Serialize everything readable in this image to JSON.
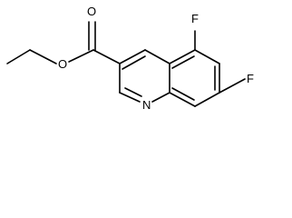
{
  "molecule": {
    "atoms": {
      "ester_oxygen": "O",
      "carbonyl_oxygen": "O",
      "fluorine_top": "F",
      "fluorine_bottom": "F",
      "ring_nitrogen": "N"
    }
  },
  "colors": {
    "bond": "#000000",
    "background": "#ffffff"
  }
}
